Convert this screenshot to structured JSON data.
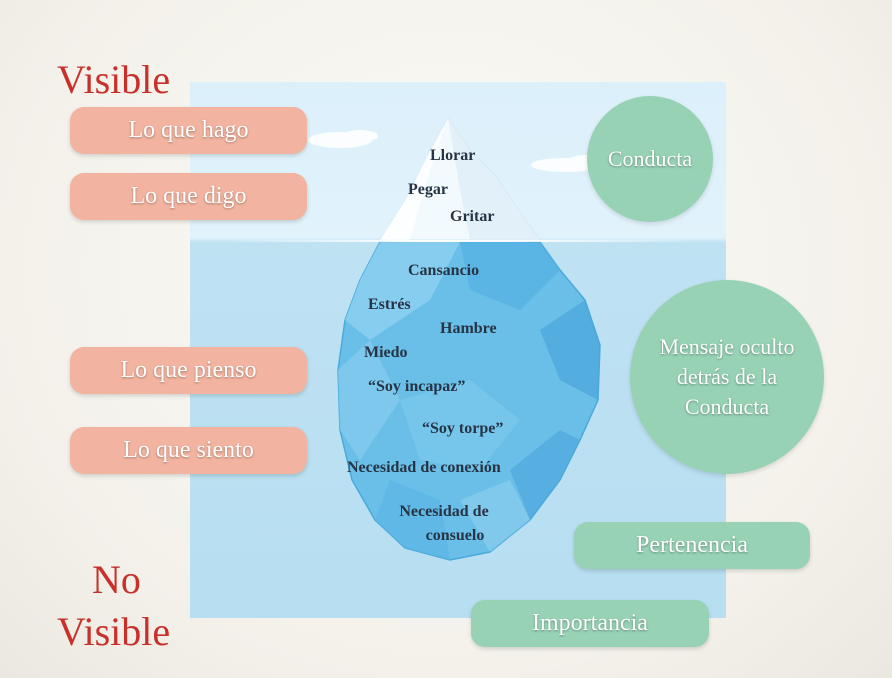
{
  "labels": {
    "visible": "Visible",
    "no_visible_line1": "No",
    "no_visible_line2": "Visible"
  },
  "left_pills": [
    {
      "label": "Lo que hago"
    },
    {
      "label": "Lo que digo"
    },
    {
      "label": "Lo que pienso"
    },
    {
      "label": "Lo que siento"
    }
  ],
  "right": {
    "conducta": "Conducta",
    "mensaje_line1": "Mensaje oculto",
    "mensaje_line2": "detrás de la",
    "mensaje_line3": "Conducta",
    "pertenencia": "Pertenencia",
    "importancia": "Importancia"
  },
  "iceberg_above": {
    "llorar": "Llorar",
    "pegar": "Pegar",
    "gritar": "Gritar"
  },
  "iceberg_below": {
    "cansancio": "Cansancio",
    "estres": "Estrés",
    "hambre": "Hambre",
    "miedo": "Miedo",
    "soy_incapaz": "“Soy incapaz”",
    "soy_torpe": "“Soy torpe”",
    "necesidad_conexion": "Necesidad de conexión",
    "necesidad_consuelo_line1": "Necesidad de",
    "necesidad_consuelo_line2": "consuelo"
  },
  "colors": {
    "title_red": "#c8312b",
    "pink": "#f2b4a0",
    "green": "#97d2b5",
    "ice_blue": "#5fb8e6",
    "sky": "#dcf0fb",
    "sea": "#b7def1"
  }
}
